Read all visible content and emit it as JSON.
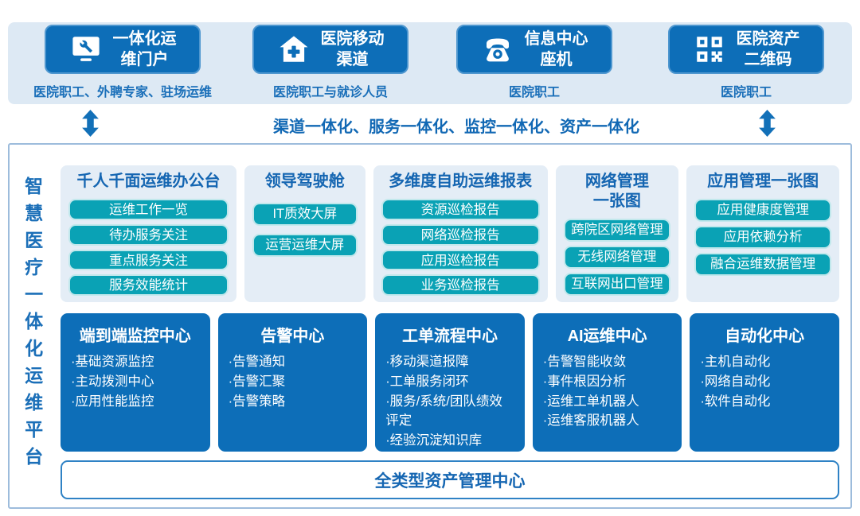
{
  "colors": {
    "primary_blue": "#0d6eb8",
    "teal": "#0aa2b5",
    "band_bg": "#dde9f4",
    "card_bg": "#e4edf6",
    "label_blue": "#1566b2"
  },
  "channels": {
    "items": [
      {
        "icon": "monitor-wrench-icon",
        "title": "一体化运\n维门户",
        "caption": "医院职工、外聘专家、驻场运维"
      },
      {
        "icon": "hospital-mobile-icon",
        "title": "医院移动\n渠道",
        "caption": "医院职工与就诊人员"
      },
      {
        "icon": "telephone-icon",
        "title": "信息中心\n座机",
        "caption": "医院职工"
      },
      {
        "icon": "qr-code-icon",
        "title": "医院资产\n二维码",
        "caption": "医院职工"
      }
    ]
  },
  "connector": {
    "label": "渠道一体化、服务一体化、监控一体化、资产一体化",
    "left_arrow_icon": "up-down-arrow-icon",
    "right_arrow_icon": "up-down-arrow-icon"
  },
  "platform": {
    "vertical_title": "智慧医疗一体化运维平台",
    "workbenches": [
      {
        "title": "千人千面运维办公台",
        "pills": [
          "运维工作一览",
          "待办服务关注",
          "重点服务关注",
          "服务效能统计"
        ]
      },
      {
        "title": "领导驾驶舱",
        "pills": [
          "IT质效大屏",
          "运营运维大屏"
        ]
      },
      {
        "title": "多维度自助运维报表",
        "pills": [
          "资源巡检报告",
          "网络巡检报告",
          "应用巡检报告",
          "业务巡检报告"
        ]
      },
      {
        "title": "网络管理\n一张图",
        "pills": [
          "跨院区网络管理",
          "无线网络管理",
          "互联网出口管理"
        ]
      },
      {
        "title": "应用管理一张图",
        "pills": [
          "应用健康度管理",
          "应用依赖分析",
          "融合运维数据管理"
        ]
      }
    ],
    "centers": [
      {
        "title": "端到端监控中心",
        "bullets": [
          "·基础资源监控",
          "·主动拨测中心",
          "·应用性能监控"
        ]
      },
      {
        "title": "告警中心",
        "bullets": [
          "·告警通知",
          "·告警汇聚",
          "·告警策略"
        ]
      },
      {
        "title": "工单流程中心",
        "bullets": [
          "·移动渠道报障",
          "·工单服务闭环",
          "·服务/系统/团队绩效评定",
          "·经验沉淀知识库"
        ]
      },
      {
        "title": "AI运维中心",
        "bullets": [
          "·告警智能收敛",
          "·事件根因分析",
          "·运维工单机器人",
          "·运维客服机器人"
        ]
      },
      {
        "title": "自动化中心",
        "bullets": [
          "·主机自动化",
          "·网络自动化",
          "·软件自动化"
        ]
      }
    ],
    "bottom_bar": "全类型资产管理中心"
  }
}
